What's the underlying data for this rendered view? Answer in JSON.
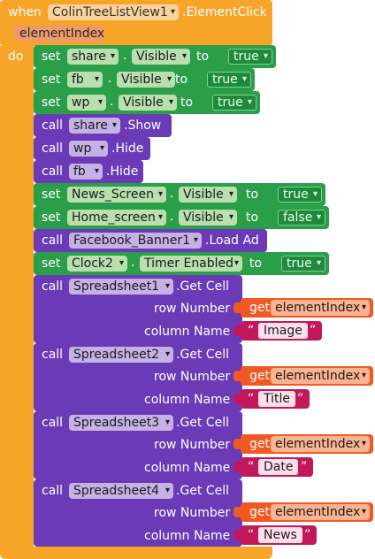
{
  "event": {
    "when_label": "when",
    "component": "ColinTreeListView1",
    "event_name": ".ElementClick",
    "param": "elementIndex",
    "do_label": "do"
  },
  "words": {
    "set": "set",
    "call": "call",
    "to": "to",
    "get": "get",
    "dot": ".",
    "row_number": "row Number",
    "column_name": "column Name",
    "quote_open": "“",
    "quote_close": "”"
  },
  "setters": [
    {
      "component": "share",
      "property": "Visible",
      "value": "true"
    },
    {
      "component": "fb",
      "property": "Visible",
      "value": "true"
    },
    {
      "component": "wp",
      "property": "Visible",
      "value": "true"
    }
  ],
  "calls": [
    {
      "component": "share",
      "method": ".Show"
    },
    {
      "component": "wp",
      "method": ".Hide"
    },
    {
      "component": "fb",
      "method": ".Hide"
    }
  ],
  "setters2": [
    {
      "component": "News_Screen",
      "property": "Visible",
      "value": "true"
    },
    {
      "component": "Home_screen",
      "property": "Visible",
      "value": "false"
    }
  ],
  "ad_call": {
    "component": "Facebook_Banner1",
    "method": ".Load Ad"
  },
  "timer_set": {
    "component": "Clock2",
    "property": "Timer Enabled",
    "value": "true"
  },
  "getcells": [
    {
      "component": "Spreadsheet1",
      "method": ".Get Cell",
      "get_var": "elementIndex",
      "column": "Image"
    },
    {
      "component": "Spreadsheet2",
      "method": ".Get Cell",
      "get_var": "elementIndex",
      "column": "Title"
    },
    {
      "component": "Spreadsheet3",
      "method": ".Get Cell",
      "get_var": "elementIndex",
      "column": "Date"
    },
    {
      "component": "Spreadsheet4",
      "method": ".Get Cell",
      "get_var": "elementIndex",
      "column": "News"
    }
  ]
}
